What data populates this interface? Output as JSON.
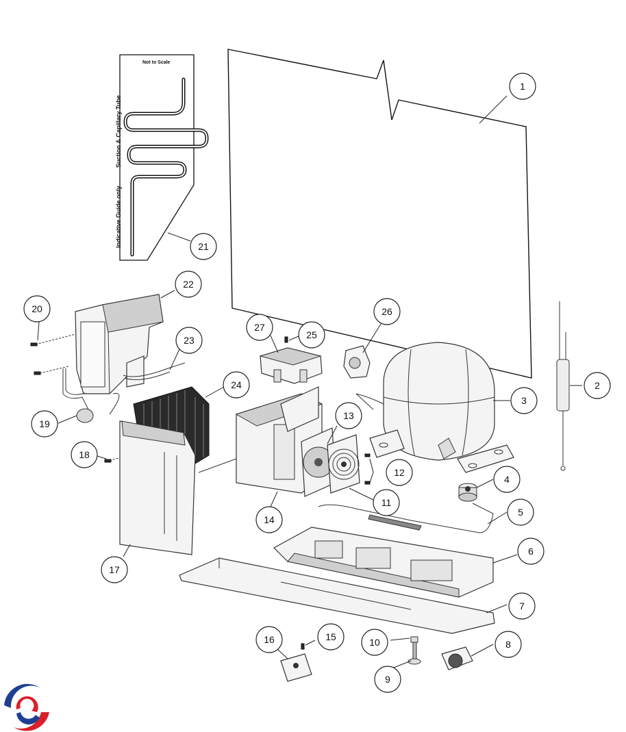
{
  "guide": {
    "scale_note": "Not to Scale",
    "tube_label": "Suction & Capillary Tube",
    "guide_label": "Indicative Guide only"
  },
  "callouts": [
    {
      "id": "1",
      "label": "1"
    },
    {
      "id": "2",
      "label": "2"
    },
    {
      "id": "3",
      "label": "3"
    },
    {
      "id": "4",
      "label": "4"
    },
    {
      "id": "5",
      "label": "5"
    },
    {
      "id": "6",
      "label": "6"
    },
    {
      "id": "7",
      "label": "7"
    },
    {
      "id": "8",
      "label": "8"
    },
    {
      "id": "9",
      "label": "9"
    },
    {
      "id": "10",
      "label": "10"
    },
    {
      "id": "11",
      "label": "11"
    },
    {
      "id": "12",
      "label": "12"
    },
    {
      "id": "13",
      "label": "13"
    },
    {
      "id": "14",
      "label": "14"
    },
    {
      "id": "15",
      "label": "15"
    },
    {
      "id": "16",
      "label": "16"
    },
    {
      "id": "17",
      "label": "17"
    },
    {
      "id": "18",
      "label": "18"
    },
    {
      "id": "19",
      "label": "19"
    },
    {
      "id": "20",
      "label": "20"
    },
    {
      "id": "21",
      "label": "21"
    },
    {
      "id": "22",
      "label": "22"
    },
    {
      "id": "23",
      "label": "23"
    },
    {
      "id": "24",
      "label": "24"
    },
    {
      "id": "25",
      "label": "25"
    },
    {
      "id": "26",
      "label": "26"
    },
    {
      "id": "27",
      "label": "27"
    }
  ],
  "colors": {
    "logo_red": "#d8202a",
    "logo_blue": "#1f3f93",
    "line": "#222222"
  },
  "icons": {
    "logo": "brand-logo-swirl"
  }
}
